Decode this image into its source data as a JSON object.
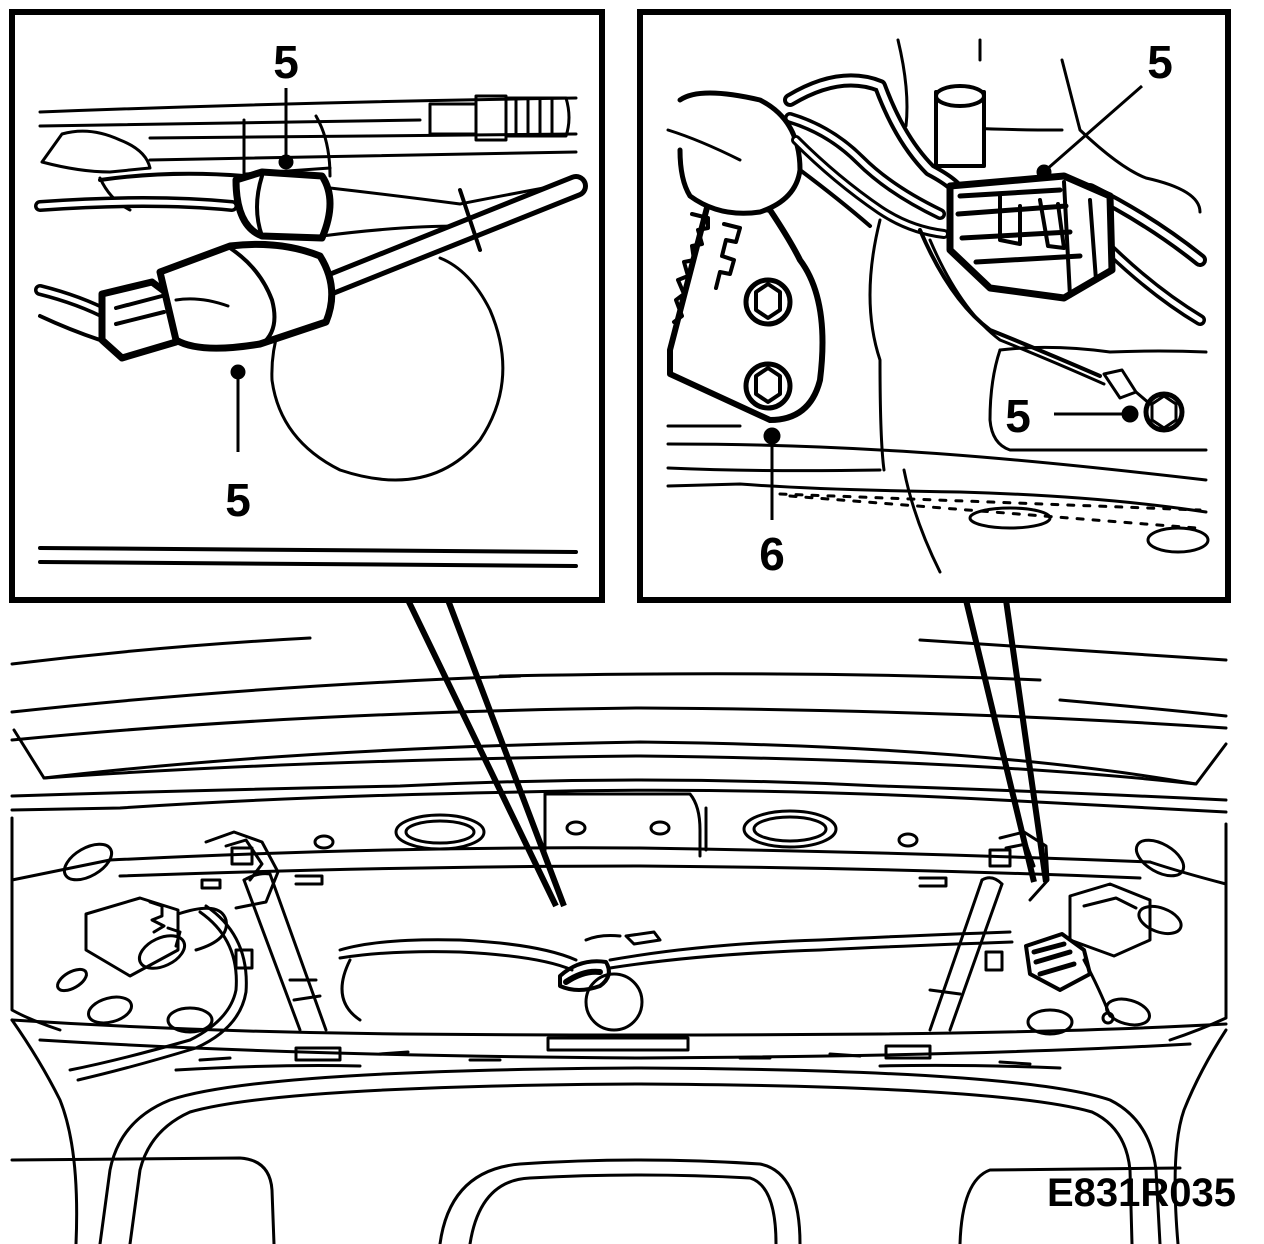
{
  "figure": {
    "code": "E831R035",
    "colors": {
      "line": "#000000",
      "background": "#ffffff"
    }
  },
  "left_detail": {
    "callout_top": "5",
    "callout_bottom": "5"
  },
  "right_detail": {
    "callout_connector": "5",
    "callout_ground": "5",
    "callout_hinge": "6"
  }
}
